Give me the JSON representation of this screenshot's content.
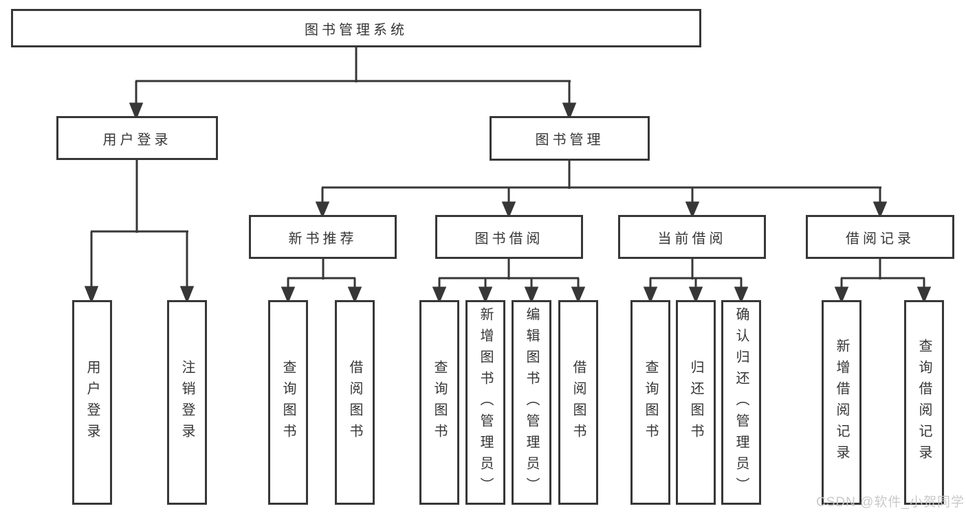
{
  "tree": {
    "root": {
      "label": "图书管理系统"
    },
    "level1": [
      {
        "label": "用户登录",
        "leaves": [
          {
            "label": "用户登录"
          },
          {
            "label": "注销登录"
          }
        ]
      },
      {
        "label": "图书管理",
        "groups": [
          {
            "label": "新书推荐",
            "leaves": [
              {
                "label": "查询图书"
              },
              {
                "label": "借阅图书"
              }
            ]
          },
          {
            "label": "图书借阅",
            "leaves": [
              {
                "label": "查询图书"
              },
              {
                "label": "新增图书（管理员）"
              },
              {
                "label": "编辑图书（管理员）"
              },
              {
                "label": "借阅图书"
              }
            ]
          },
          {
            "label": "当前借阅",
            "leaves": [
              {
                "label": "查询图书"
              },
              {
                "label": "归还图书"
              },
              {
                "label": "确认归还（管理员）"
              }
            ]
          },
          {
            "label": "借阅记录",
            "leaves": [
              {
                "label": "新增借阅记录"
              },
              {
                "label": "查询借阅记录"
              }
            ]
          }
        ]
      }
    ]
  },
  "watermark": {
    "text": "CSDN @软件_小贺同学"
  },
  "colors": {
    "line": "#373737",
    "box_border": "#373737",
    "text": "#363636",
    "background": "#ffffff",
    "watermark": "#c6c6c6"
  }
}
